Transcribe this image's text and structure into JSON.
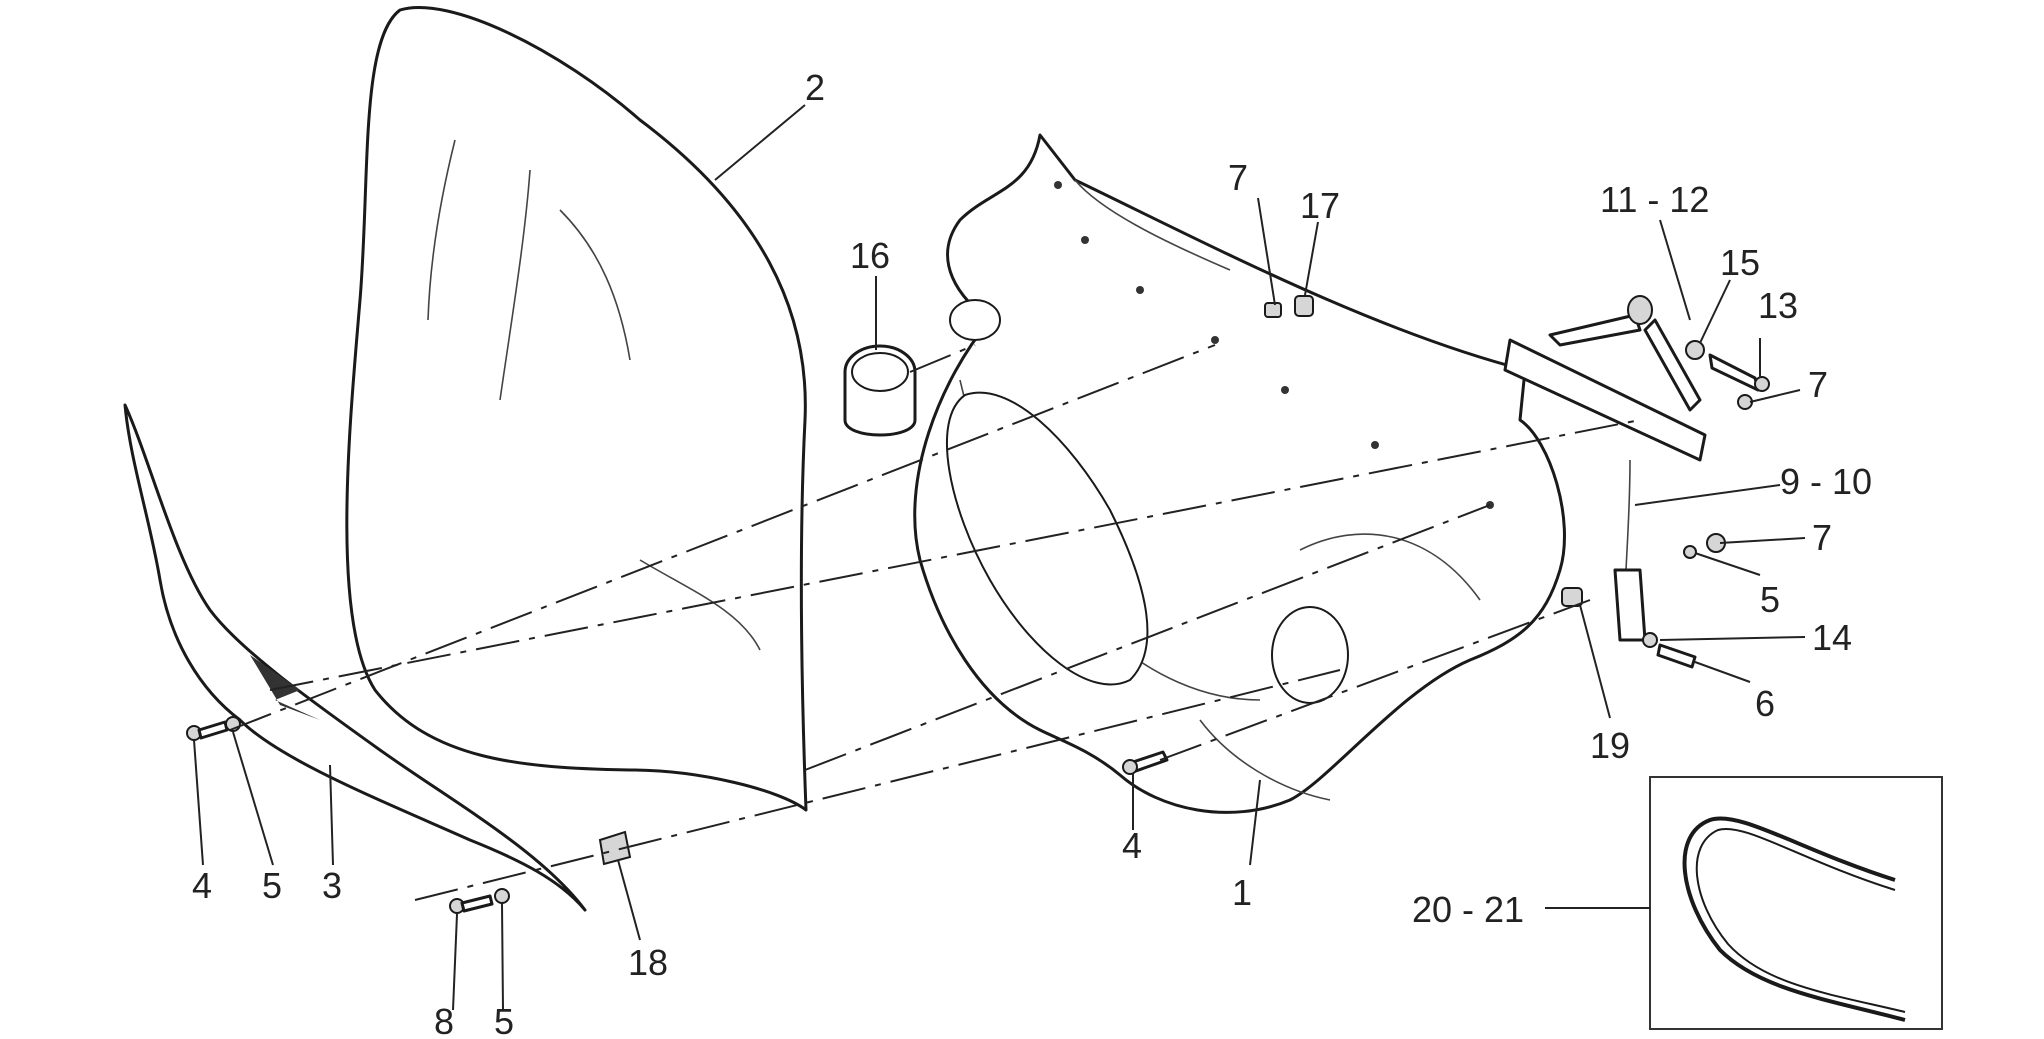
{
  "callouts": {
    "c1": "1",
    "c2": "2",
    "c3": "3",
    "c4a": "4",
    "c4b": "4",
    "c5a": "5",
    "c5b": "5",
    "c5c": "5",
    "c6": "6",
    "c7a": "7",
    "c7b": "7",
    "c7c": "7",
    "c8": "8",
    "c9_10": "9 - 10",
    "c11_12": "11 - 12",
    "c13": "13",
    "c14": "14",
    "c15": "15",
    "c16": "16",
    "c17": "17",
    "c18": "18",
    "c19": "19",
    "c20_21": "20 - 21"
  },
  "colors": {
    "line": "#1a1a1a",
    "text": "#222222",
    "background": "#ffffff"
  }
}
